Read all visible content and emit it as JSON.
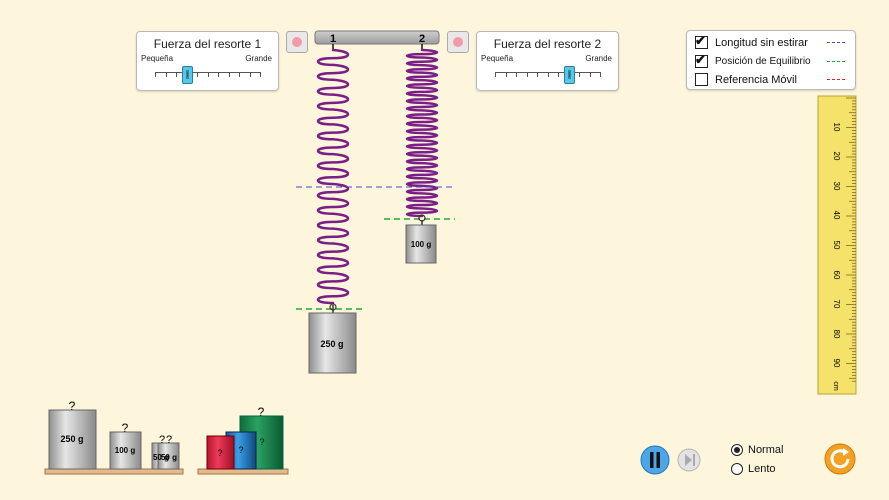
{
  "spring1_slider": {
    "title": "Fuerza del resorte 1",
    "min_label": "Pequeña",
    "max_label": "Grande",
    "value": 0.3
  },
  "spring2_slider": {
    "title": "Fuerza del resorte 2",
    "min_label": "Pequeña",
    "max_label": "Grande",
    "value": 0.7
  },
  "bar": {
    "label1": "1",
    "label2": "2"
  },
  "options": {
    "items": [
      {
        "label": "Longitud sin estirar",
        "checked": true,
        "color": "#4a4ad0"
      },
      {
        "label": "Posición de Equilibrio",
        "checked": true,
        "color": "#22aa33"
      },
      {
        "label": "Referencia Móvil",
        "checked": false,
        "color": "#e02020"
      }
    ]
  },
  "ruler": {
    "ticks": [
      "10",
      "20",
      "30",
      "40",
      "50",
      "60",
      "70",
      "80",
      "90"
    ],
    "unit": "cm"
  },
  "hanging_masses": {
    "m1": "250 g",
    "m2": "100 g"
  },
  "shelf_masses": {
    "m250": "250 g",
    "m100": "100 g",
    "m50": "50 g",
    "m50b": "50 g",
    "q": "?"
  },
  "speed": {
    "normal": "Normal",
    "slow": "Lento",
    "selected": "Normal"
  },
  "colors": {
    "spring": "#7a1f86",
    "accent": "#f3a122"
  }
}
